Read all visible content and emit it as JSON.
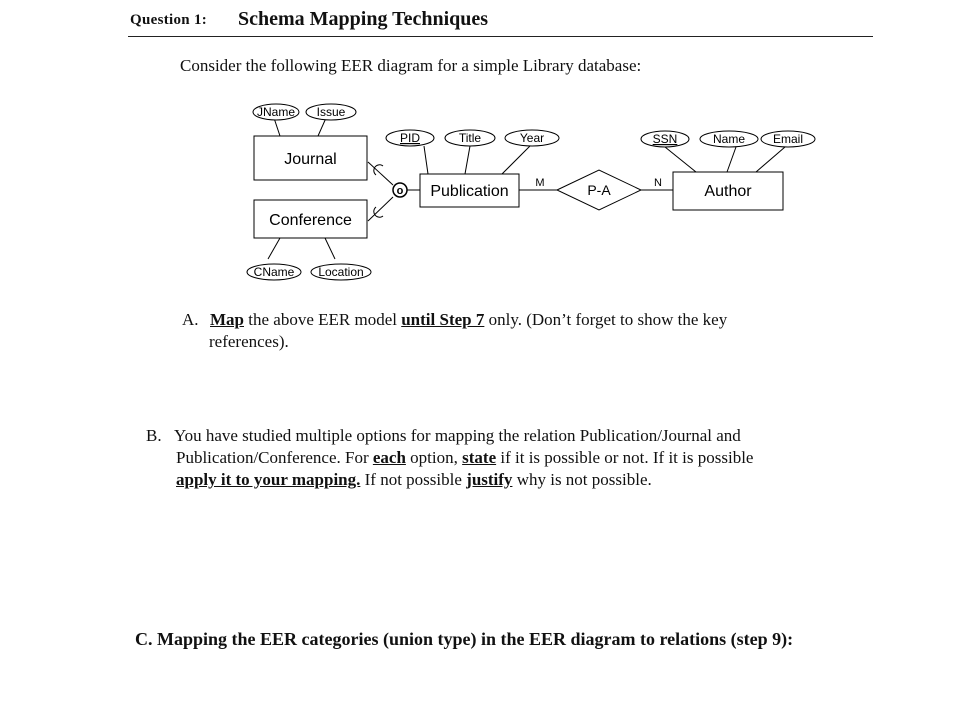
{
  "question": {
    "number": "Question 1:",
    "title": "Schema Mapping Techniques"
  },
  "intro": "Consider the following EER diagram for a simple Library database:",
  "diagram": {
    "entities": {
      "journal": "Journal",
      "conference": "Conference",
      "publication": "Publication",
      "author": "Author"
    },
    "relationship": "P-A",
    "disjointness": "o",
    "cardinality": {
      "publication_side": "M",
      "author_side": "N"
    },
    "attributes": {
      "journal": [
        "JName",
        "Issue"
      ],
      "conference": [
        "CName",
        "Location"
      ],
      "publication": [
        "PID",
        "Title",
        "Year"
      ],
      "author": [
        "SSN",
        "Name",
        "Email"
      ]
    }
  },
  "partA": {
    "label": "A.",
    "map": "Map",
    "t1": " the above EER model ",
    "until_step": "until Step 7",
    "t2": " only. (Don’t forget to show the key",
    "line2": "references)."
  },
  "partB": {
    "label": "B.",
    "line1": "You have studied multiple options for mapping the relation Publication/Journal and",
    "l2a": "Publication/Conference. For ",
    "each": "each",
    "l2b": " option, ",
    "state": "state",
    "l2c": " if it is possible or not. If it is possible",
    "apply": "apply it to your mapping.",
    "l3a": " If not possible ",
    "justify": "justify",
    "l3b": " why is not possible."
  },
  "partC": {
    "text": "C. Mapping the EER categories (union type) in the EER diagram to relations (step 9):"
  }
}
